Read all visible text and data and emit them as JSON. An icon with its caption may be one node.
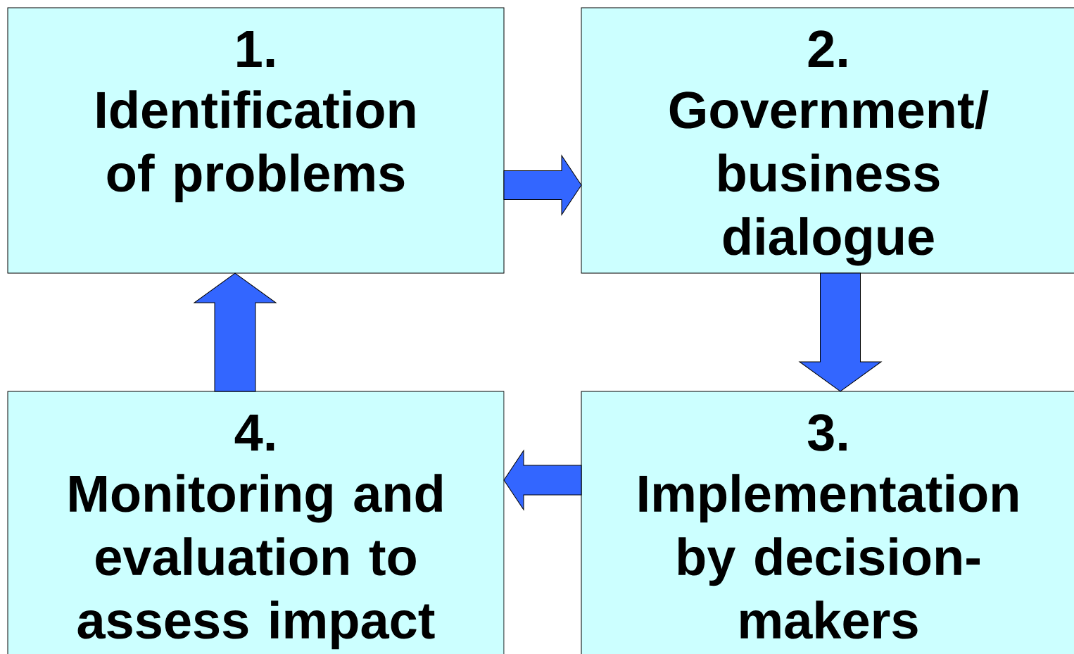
{
  "diagram": {
    "nodes": [
      {
        "text": [
          "1.",
          "Identification of problems"
        ]
      },
      {
        "text": [
          "2.",
          "Government/ business dialogue"
        ]
      },
      {
        "text": [
          "3.",
          "Implementation by decision-makers"
        ]
      },
      {
        "text": [
          "4.",
          "Monitoring and evaluation to assess impact"
        ]
      }
    ],
    "edges": [
      {
        "from": 0,
        "to": 1,
        "arrow": "to"
      },
      {
        "from": 1,
        "to": 2,
        "arrow": "to"
      },
      {
        "from": 2,
        "to": 3,
        "arrow": "to"
      },
      {
        "from": 3,
        "to": 0,
        "arrow": "to"
      }
    ]
  }
}
